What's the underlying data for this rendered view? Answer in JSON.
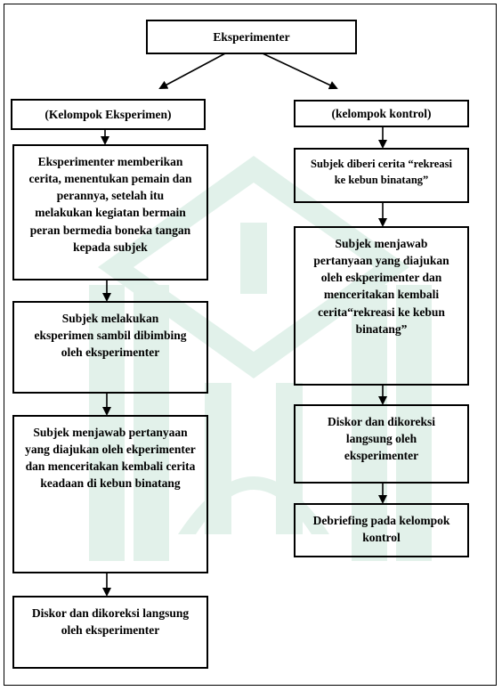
{
  "root": {
    "label": "Eksperimenter"
  },
  "left_branch": {
    "header": "(Kelompok Eksperimen)",
    "steps": [
      "Eksperimenter memberikan cerita, menentukan pemain dan perannya, setelah itu melakukan kegiatan  bermain peran bermedia boneka tangan kepada subjek",
      "Subjek melakukan eksperimen sambil dibimbing oleh eksperimenter",
      "Subjek menjawab pertanyaan yang diajukan oleh ekperimenter dan menceritakan kembali cerita keadaan di kebun binatang",
      "Diskor dan dikoreksi langsung oleh eksperimenter"
    ]
  },
  "right_branch": {
    "header": "(kelompok kontrol)",
    "steps": [
      "Subjek diberi cerita “rekreasi ke kebun binatang”",
      "Subjek menjawab pertanyaan yang diajukan oleh eskperimenter dan menceritakan kembali cerita“rekreasi ke kebun binatang”",
      "Diskor dan dikoreksi langsung oleh eksperimenter",
      "Debriefing pada kelompok kontrol"
    ]
  },
  "colors": {
    "line": "#000000",
    "watermark": "#d8ece3"
  }
}
